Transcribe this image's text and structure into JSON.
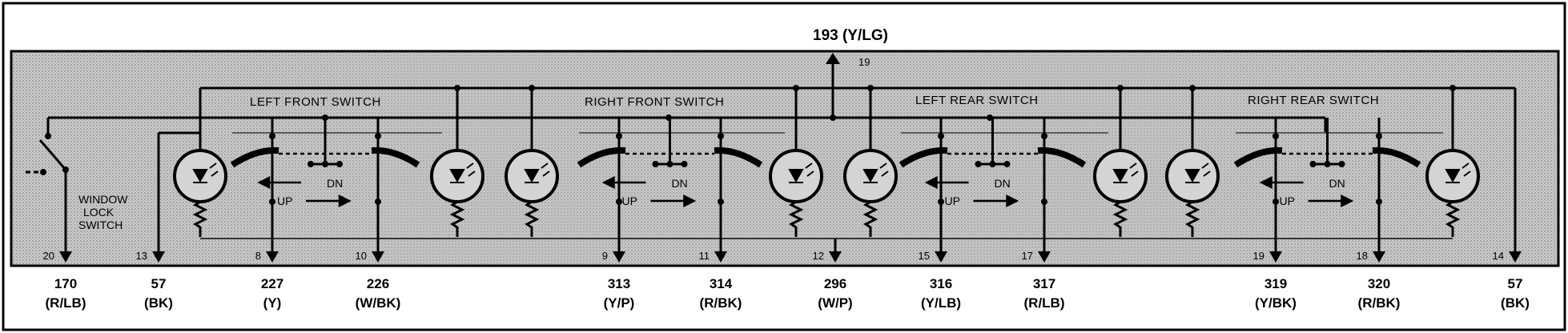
{
  "top_wire": {
    "number": "193",
    "color": "(Y/LG)",
    "pin": "19"
  },
  "switch_labels": {
    "left_front": "LEFT FRONT SWITCH",
    "right_front": "RIGHT FRONT SWITCH",
    "left_rear": "LEFT REAR SWITCH",
    "right_rear": "RIGHT REAR SWITCH",
    "window_lock": [
      "WINDOW",
      "LOCK",
      "SWITCH"
    ]
  },
  "direction_labels": {
    "dn": "DN",
    "up": "UP"
  },
  "bottom_wires": [
    {
      "pin": "20",
      "number": "170",
      "color": "(R/LB)"
    },
    {
      "pin": "13",
      "number": "57",
      "color": "(BK)"
    },
    {
      "pin": "8",
      "number": "227",
      "color": "(Y)"
    },
    {
      "pin": "10",
      "number": "226",
      "color": "(W/BK)"
    },
    {
      "pin": "9",
      "number": "313",
      "color": "(Y/P)"
    },
    {
      "pin": "11",
      "number": "314",
      "color": "(R/BK)"
    },
    {
      "pin": "12",
      "number": "296",
      "color": "(W/P)"
    },
    {
      "pin": "15",
      "number": "316",
      "color": "(Y/LB)"
    },
    {
      "pin": "17",
      "number": "317",
      "color": "(R/LB)"
    },
    {
      "pin": "19",
      "number": "319",
      "color": "(Y/BK)"
    },
    {
      "pin": "18",
      "number": "320",
      "color": "(R/BK)"
    },
    {
      "pin": "14",
      "number": "57",
      "color": "(BK)"
    }
  ]
}
